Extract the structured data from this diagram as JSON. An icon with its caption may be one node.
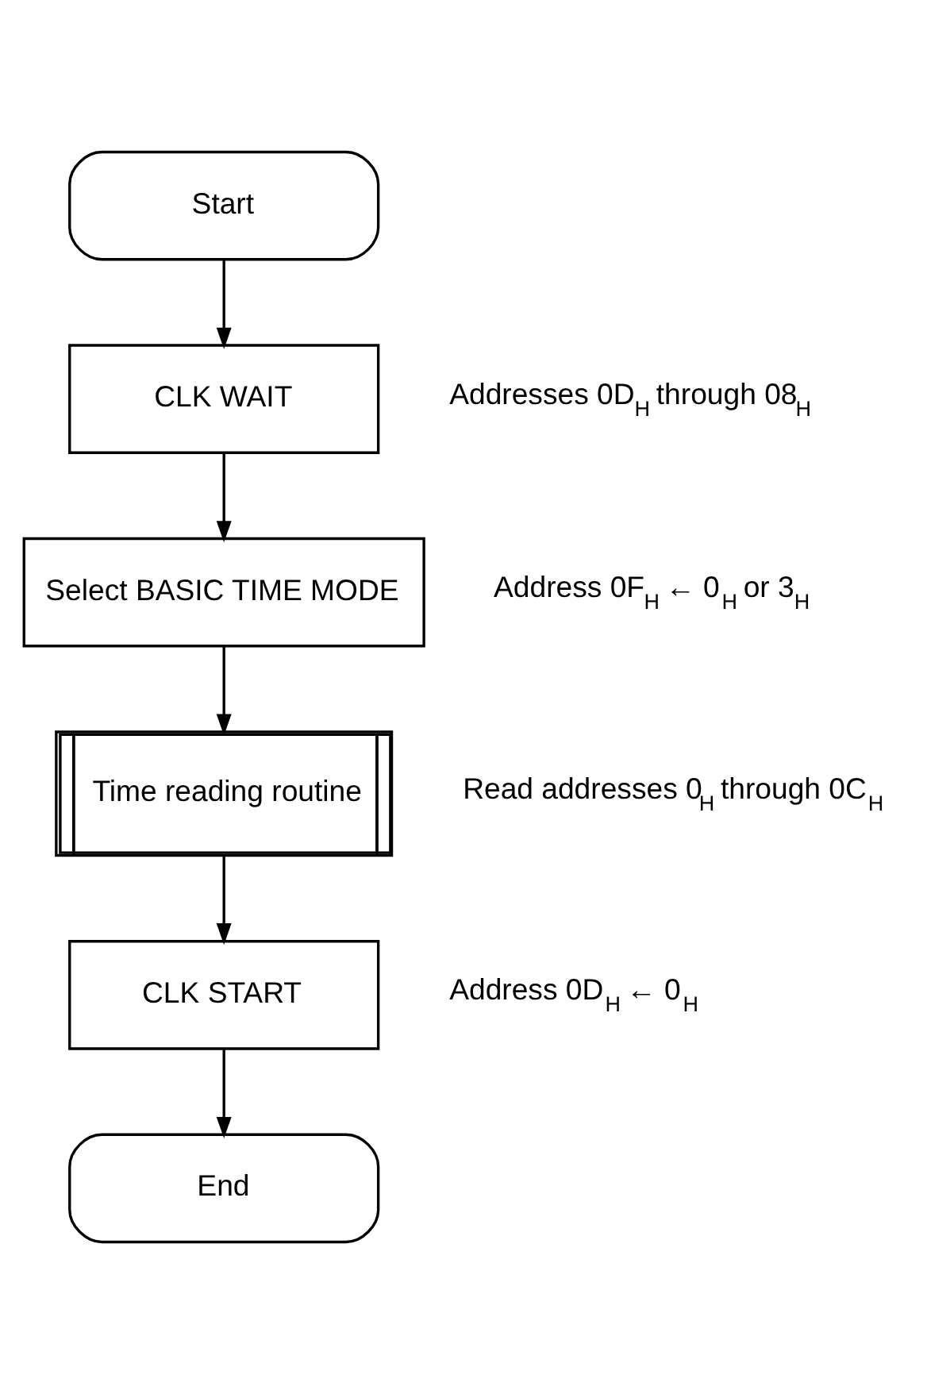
{
  "diagram": {
    "nodes": [
      {
        "text": [
          "Start"
        ]
      },
      {
        "text": [
          "CLK WAIT"
        ],
        "beside": [
          "Addresses 0D$_{H}$ through 08$_{H}$"
        ]
      },
      {
        "text": [
          "Select BASIC TIME MODE"
        ],
        "beside": [
          "Address 0F$_{H}$ ← 0$_{H}$ or 3$_{H}$"
        ]
      },
      {
        "text": [
          "Time reading routine"
        ],
        "beside": [
          "Read addresses 0$_{H}$ through 0C$_{H}$"
        ]
      },
      {
        "text": [
          "CLK START"
        ],
        "beside": [
          "Address 0D$_{H}$ ← 0$_{H}$"
        ]
      },
      {
        "text": [
          "End"
        ]
      }
    ],
    "edges": [
      {
        "from": 0,
        "to": 1,
        "arrow": "to"
      },
      {
        "from": 1,
        "to": 2,
        "arrow": "to"
      },
      {
        "from": 2,
        "to": 3,
        "arrow": "to"
      },
      {
        "from": 3,
        "to": 4,
        "arrow": "to"
      },
      {
        "from": 4,
        "to": 5,
        "arrow": "to"
      }
    ]
  }
}
